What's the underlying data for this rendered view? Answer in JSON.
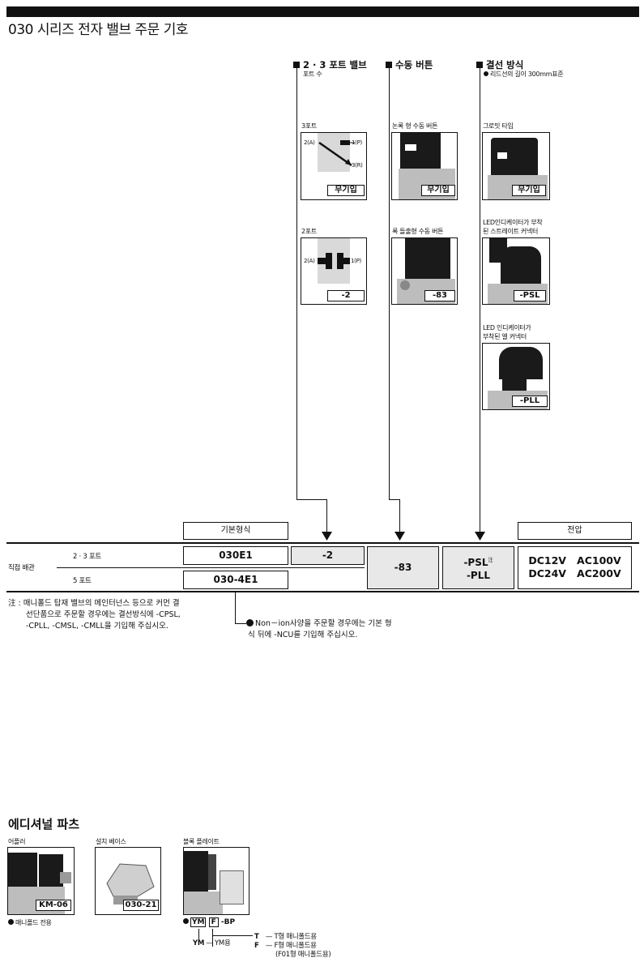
{
  "title": "030 시리즈 전자 밸브 주문 기호",
  "sections": {
    "ports": {
      "head": "2 · 3 포트 밸브",
      "sub": "포트 수",
      "item1_label": "3포트",
      "item1_code": "무기입",
      "item1_p1": "2(A)",
      "item1_p2": "1(P)",
      "item1_p3": "3(R)",
      "item2_label": "2포트",
      "item2_code": "-2",
      "item2_p1": "2(A)",
      "item2_p2": "1(P)"
    },
    "manual": {
      "head": "수동 버튼",
      "item1_label": "논록 형 수동 버튼",
      "item1_code": "무기입",
      "item2_label": "록 돌출형 수동 버튼",
      "item2_code": "-83"
    },
    "wiring": {
      "head": "결선 방식",
      "sub": "리드선의 길이 300mm표준",
      "item1_label": "그로밋 타입",
      "item1_code": "무기입",
      "item2_label1": "LED인디케이터가 부착",
      "item2_label2": "된 스트레이트 커넥터",
      "item2_code": "-PSL",
      "item3_label1": "LED 인디케이터가",
      "item3_label2": "부착된 엘 커넥터",
      "item3_code": "-PLL"
    }
  },
  "table": {
    "base_header": "기본형식",
    "voltage_header": "전압",
    "row_group": "직접 배관",
    "row1_label": "2 · 3 포트",
    "row1_model": "030E1",
    "row1_port": "-2",
    "row2_label": "5 포트",
    "row2_model": "030-4E1",
    "manual": "-83",
    "wiring1": "-PSL",
    "wiring1_note": "注",
    "wiring2": "-PLL",
    "v1": "DC12V",
    "v2": "AC100V",
    "v3": "DC24V",
    "v4": "AC200V"
  },
  "notes": {
    "n1_l1": "注 : 매니폴드 탑재 밸브의 메인터넌스 등으로 커먼 결",
    "n1_l2": "선단품으로 주문할 경우에는 결선방식에 -CPSL,",
    "n1_l3": "-CPLL,  -CMSL, -CMLL을 기입해 주십시오.",
    "n2_l1": "Non－ion사양을 주문할 경우에는 기본 형",
    "n2_l2": "식 뒤에 -NCU를 기입해 주십시오."
  },
  "additional": {
    "title": "에디셔널 파츠",
    "p1_label": "어플러",
    "p1_code": "KM-06",
    "p1_note": "매니폴드 전용",
    "p2_label": "설치 베이스",
    "p2_code": "030-21",
    "p3_label": "블록 플레이트",
    "p3_ym": "YM",
    "p3_f": "F",
    "p3_bp": "-BP",
    "p3_t": "T",
    "p3_t_desc": "T형 매니폴드용",
    "p3_f2": "F",
    "p3_f_desc": "F형 매니폴드용",
    "p3_f_desc2": "(F01형 매니폴드용)",
    "p3_ym2": "YM",
    "p3_ym_desc": "YM용"
  }
}
